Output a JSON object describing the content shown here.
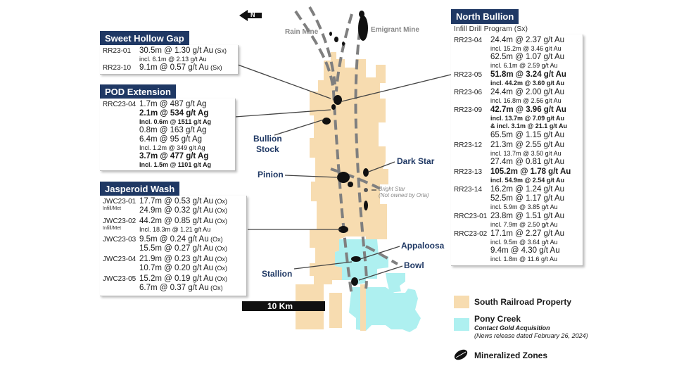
{
  "colors": {
    "navy": "#1f3864",
    "property": "#f7dcb0",
    "pony_creek": "#aef0f0",
    "mineralized": "#111111"
  },
  "north_arrow": "N",
  "scale_bar": "10 Km",
  "map_labels": {
    "rain_mine": "Rain Mine",
    "emigrant_mine": "Emigrant Mine",
    "bullion_stock_1": "Bullion",
    "bullion_stock_2": "Stock",
    "pinion": "Pinion",
    "dark_star": "Dark Star",
    "bright_star": "Bright Star",
    "bright_star_note": "(Not owned by Orla)",
    "appaloosa": "Appaloosa",
    "bowl": "Bowl",
    "stallion": "Stallion"
  },
  "sweet_hollow": {
    "title": "Sweet Hollow Gap",
    "rows": [
      {
        "hole": "RR23-01",
        "lines": [
          {
            "t": "30.5m @ 1.30 g/t Au",
            "suffix": " (Sx)"
          },
          {
            "t": "incl. 6.1m @ 2.13 g/t Au",
            "sub": true
          }
        ]
      },
      {
        "hole": "RR23-10",
        "lines": [
          {
            "t": "9.1m @ 0.57 g/t Au",
            "suffix": " (Sx)"
          }
        ]
      }
    ]
  },
  "pod_extension": {
    "title": "POD Extension",
    "rows": [
      {
        "hole": "RRC23-04",
        "lines": [
          {
            "t": "1.7m @ 487 g/t Ag"
          },
          {
            "t": "2.1m @ 534 g/t Ag",
            "bold": true
          },
          {
            "t": "Incl. 0.6m @ 1511 g/t Ag",
            "sub": true,
            "bold": true
          },
          {
            "t": "0.8m @ 163 g/t Ag"
          },
          {
            "t": "6.4m @ 95 g/t Ag"
          },
          {
            "t": "Incl. 1.2m @ 349 g/t Ag",
            "sub": true
          },
          {
            "t": "3.7m @ 477 g/t Ag",
            "bold": true
          },
          {
            "t": "Incl. 1.5m @ 1101 g/t Ag",
            "sub": true,
            "bold": true
          }
        ]
      }
    ]
  },
  "jasperoid_wash": {
    "title": "Jasperoid Wash",
    "rows": [
      {
        "hole": "JWC23-01",
        "note": "Infill/Met",
        "lines": [
          {
            "t": "17.7m @ 0.53 g/t Au",
            "suffix": " (Ox)"
          },
          {
            "t": "24.9m @ 0.32 g/t Au",
            "suffix": " (Ox)"
          }
        ]
      },
      {
        "hole": "JWC23-02",
        "note": "Infill/Met",
        "lines": [
          {
            "t": "44.2m @ 0.85 g/t Au",
            "suffix": " (Ox)"
          },
          {
            "t": "Incl. 18.3m @ 1.21 g/t Au",
            "sub": true
          }
        ]
      },
      {
        "hole": "JWC23-03",
        "lines": [
          {
            "t": "9.5m @ 0.24 g/t Au",
            "suffix": " (Ox)"
          },
          {
            "t": "15.5m @ 0.27 g/t Au",
            "suffix": " (Ox)"
          }
        ]
      },
      {
        "hole": "JWC23-04",
        "lines": [
          {
            "t": "21.9m @ 0.23 g/t Au",
            "suffix": " (Ox)"
          },
          {
            "t": "10.7m @ 0.20 g/t Au",
            "suffix": " (Ox)"
          }
        ]
      },
      {
        "hole": "JWC23-05",
        "lines": [
          {
            "t": "15.2m @ 0.19 g/t Au",
            "suffix": " (Ox)"
          },
          {
            "t": "6.7m @ 0.37 g/t Au",
            "suffix": " (Ox)"
          }
        ]
      }
    ]
  },
  "north_bullion": {
    "title": "North Bullion",
    "subtitle": "Infill Drill Program (Sx)",
    "rows": [
      {
        "hole": "RR23-04",
        "lines": [
          {
            "t": "24.4m @ 2.37 g/t Au"
          },
          {
            "t": "incl. 15.2m @ 3.46 g/t Au",
            "sub": true
          },
          {
            "t": "62.5m @ 1.07 g/t Au"
          },
          {
            "t": "incl. 6.1m @ 2.59 g/t Au",
            "sub": true
          }
        ]
      },
      {
        "hole": "RR23-05",
        "lines": [
          {
            "t": "51.8m @ 3.24 g/t Au",
            "bold": true
          },
          {
            "t": "incl. 44.2m @ 3.60 g/t Au",
            "sub": true,
            "bold": true
          }
        ]
      },
      {
        "hole": "RR23-06",
        "lines": [
          {
            "t": "24.4m @ 2.00 g/t Au"
          },
          {
            "t": "incl. 16.8m @ 2.56 g/t Au",
            "sub": true
          }
        ]
      },
      {
        "hole": "RR23-09",
        "lines": [
          {
            "t": "42.7m @ 3.96 g/t Au",
            "bold": true
          },
          {
            "t": "incl. 13.7m @ 7.09 g/t Au",
            "sub": true,
            "bold": true
          },
          {
            "t": "& incl. 3.1m @ 21.1 g/t Au",
            "sub": true,
            "bold": true
          }
        ]
      },
      {
        "hole": "",
        "lines": [
          {
            "t": "65.5m @ 1.15 g/t Au"
          }
        ]
      },
      {
        "hole": "RR23-12",
        "lines": [
          {
            "t": "21.3m @ 2.55 g/t Au"
          },
          {
            "t": "incl. 13.7m @ 3.50 g/t Au",
            "sub": true
          },
          {
            "t": "27.4m @ 0.81 g/t Au"
          }
        ]
      },
      {
        "hole": "RR23-13",
        "lines": [
          {
            "t": "105.2m @ 1.78 g/t Au",
            "bold": true
          },
          {
            "t": "incl. 54.9m @ 2.54 g/t Au",
            "sub": true,
            "bold": true
          }
        ]
      },
      {
        "hole": "RR23-14",
        "lines": [
          {
            "t": "16.2m @ 1.24 g/t Au"
          },
          {
            "t": "52.5m @ 1.17 g/t Au"
          },
          {
            "t": "incl. 5.9m @ 3.85 g/t Au",
            "sub": true
          }
        ]
      },
      {
        "hole": "RRC23-01",
        "lines": [
          {
            "t": "23.8m @ 1.51 g/t Au"
          },
          {
            "t": "incl. 7.9m @ 2.50 g/t Au",
            "sub": true
          }
        ]
      },
      {
        "hole": "RRC23-02",
        "lines": [
          {
            "t": "17.1m @ 2.27 g/t Au"
          },
          {
            "t": "incl. 9.5m @ 3.64 g/t Au",
            "sub": true
          },
          {
            "t": "9.4m @ 4.30 g/t Au"
          },
          {
            "t": "incl. 1.8m @ 11.6 g/t Au",
            "sub": true
          }
        ]
      }
    ]
  },
  "legend": {
    "property": "South Railroad Property",
    "pony_title": "Pony Creek",
    "pony_sub1": "Contact Gold Acquisition",
    "pony_sub2": "(News release dated February 26, 2024)",
    "mineralized": "Mineralized Zones"
  }
}
